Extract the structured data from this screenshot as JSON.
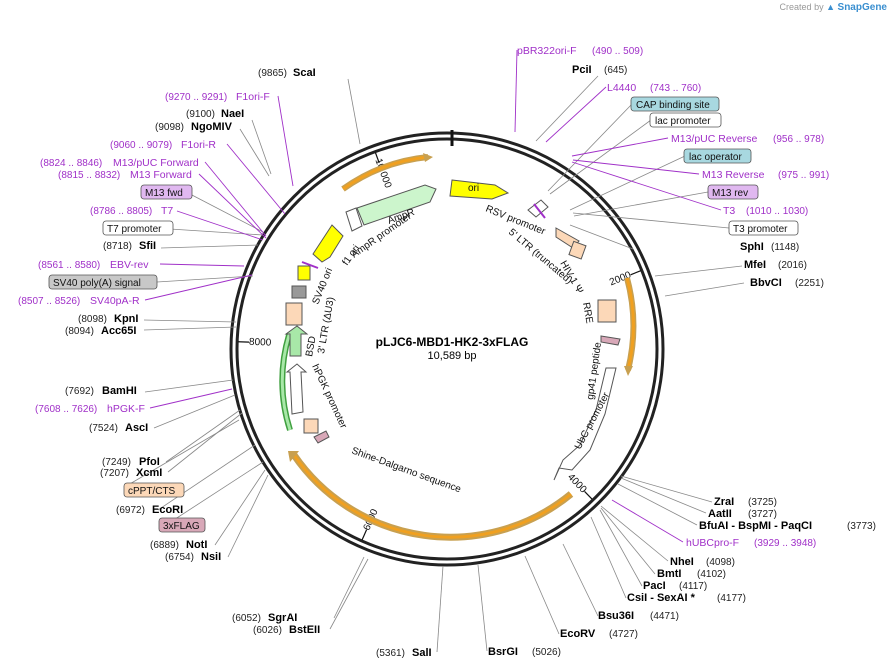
{
  "branding": {
    "created_by": "Created by",
    "product": "SnapGene"
  },
  "plasmid": {
    "name": "pLJC6-MBD1-HK2-3xFLAG",
    "size_label": "10,589 bp",
    "length": 10589
  },
  "ticks": [
    {
      "pos": 2000,
      "label": "2000"
    },
    {
      "pos": 4000,
      "label": "4000"
    },
    {
      "pos": 6000,
      "label": "6000"
    },
    {
      "pos": 8000,
      "label": "8000"
    },
    {
      "pos": 10000,
      "label": "10,000"
    }
  ],
  "enzymes": [
    {
      "name": "ScaI",
      "pos": "(9865)"
    },
    {
      "name": "PciI",
      "pos": "(645)"
    },
    {
      "name": "NaeI",
      "pos": "(9100)"
    },
    {
      "name": "NgoMIV",
      "pos": "(9098)"
    },
    {
      "name": "SfiI",
      "pos": "(8718)"
    },
    {
      "name": "SphI",
      "pos": "(1148)"
    },
    {
      "name": "MfeI",
      "pos": "(2016)"
    },
    {
      "name": "BbvCI",
      "pos": "(2251)"
    },
    {
      "name": "KpnI",
      "pos": "(8098)"
    },
    {
      "name": "Acc65I",
      "pos": "(8094)"
    },
    {
      "name": "BamHI",
      "pos": "(7692)"
    },
    {
      "name": "AscI",
      "pos": "(7524)"
    },
    {
      "name": "PfoI",
      "pos": "(7249)"
    },
    {
      "name": "XcmI",
      "pos": "(7207)"
    },
    {
      "name": "EcoRI",
      "pos": "(6972)"
    },
    {
      "name": "NotI",
      "pos": "(6889)"
    },
    {
      "name": "NsiI",
      "pos": "(6754)"
    },
    {
      "name": "SgrAI",
      "pos": "(6052)"
    },
    {
      "name": "BstEII",
      "pos": "(6026)"
    },
    {
      "name": "SalI",
      "pos": "(5361)"
    },
    {
      "name": "BsrGI",
      "pos": "(5026)"
    },
    {
      "name": "EcoRV",
      "pos": "(4727)"
    },
    {
      "name": "Bsu36I",
      "pos": "(4471)"
    },
    {
      "name": "ZraI",
      "pos": "(3725)"
    },
    {
      "name": "AatII",
      "pos": "(3727)"
    },
    {
      "name": "BfuAI - BspMI - PaqCI",
      "pos": "(3773)"
    },
    {
      "name": "NheI",
      "pos": "(4098)"
    },
    {
      "name": "BmtI",
      "pos": "(4102)"
    },
    {
      "name": "PacI",
      "pos": "(4117)"
    },
    {
      "name": "CsiI - SexAI *",
      "pos": "(4177)"
    }
  ],
  "primers": [
    {
      "name": "pBR322ori-F",
      "range": "(490 .. 509)"
    },
    {
      "name": "L4440",
      "range": "(743 .. 760)"
    },
    {
      "name": "M13/pUC Reverse",
      "range": "(956 .. 978)"
    },
    {
      "name": "M13 Reverse",
      "range": "(975 .. 991)"
    },
    {
      "name": "T3",
      "range": "(1010 .. 1030)"
    },
    {
      "name": "F1ori-F",
      "range": "(9270 .. 9291)"
    },
    {
      "name": "F1ori-R",
      "range": "(9060 .. 9079)"
    },
    {
      "name": "M13/pUC Forward",
      "range": "(8824 .. 8846)"
    },
    {
      "name": "M13 Forward",
      "range": "(8815 .. 8832)"
    },
    {
      "name": "T7",
      "range": "(8786 .. 8805)"
    },
    {
      "name": "EBV-rev",
      "range": "(8561 .. 8580)"
    },
    {
      "name": "SV40pA-R",
      "range": "(8507 .. 8526)"
    },
    {
      "name": "hPGK-F",
      "range": "(7608 .. 7626)"
    },
    {
      "name": "hUBCpro-F",
      "range": "(3929 .. 3948)"
    }
  ],
  "boxed_labels": [
    {
      "text": "CAP binding site",
      "color": "#a8d8e0"
    },
    {
      "text": "lac promoter",
      "color": "#ffffff"
    },
    {
      "text": "lac operator",
      "color": "#a8d8e0"
    },
    {
      "text": "M13 rev",
      "color": "#e0b8f0"
    },
    {
      "text": "T3 promoter",
      "color": "#ffffff"
    },
    {
      "text": "M13 fwd",
      "color": "#e0b8f0"
    },
    {
      "text": "T7 promoter",
      "color": "#ffffff"
    },
    {
      "text": "SV40 poly(A) signal",
      "color": "#c8c8c8"
    },
    {
      "text": "cPPT/CTS",
      "color": "#fcd8b8"
    },
    {
      "text": "3xFLAG",
      "color": "#d8a8b8"
    }
  ],
  "features": [
    {
      "text": "ori"
    },
    {
      "text": "RSV promoter"
    },
    {
      "text": "5' LTR (truncated)"
    },
    {
      "text": "HIV-1 Ψ"
    },
    {
      "text": "RRE"
    },
    {
      "text": "gp41 peptide"
    },
    {
      "text": "UbC promoter"
    },
    {
      "text": "Shine-Dalgarno sequence"
    },
    {
      "text": "hPGK promoter"
    },
    {
      "text": "BSD"
    },
    {
      "text": "3' LTR (ΔU3)"
    },
    {
      "text": "SV40 ori"
    },
    {
      "text": "f1 ori"
    },
    {
      "text": "AmpR promoter"
    },
    {
      "text": "AmpR"
    }
  ],
  "colors": {
    "primer": "#a030c8",
    "ori": "#ffff00",
    "ampr": "#ccf5cc",
    "utr": "#fcd8b8",
    "orf_outline": "#c8a050",
    "orf_fill": "#f0a020",
    "bsd": "#a8e8a8"
  }
}
